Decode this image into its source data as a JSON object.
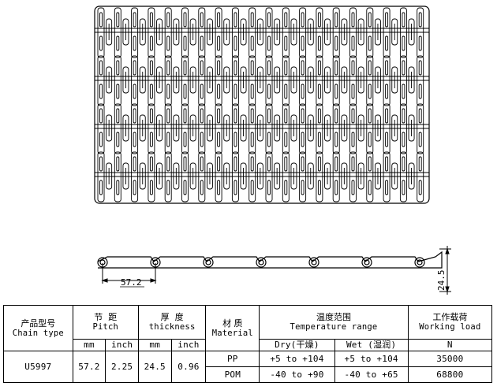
{
  "drawing": {
    "pitch_dimension": "57.2",
    "thickness_dimension": "24.5"
  },
  "table": {
    "chain_type_cn": "产品型号",
    "chain_type_en": "Chain type",
    "pitch_cn": "节  距",
    "pitch_en": "Pitch",
    "thickness_cn": "厚  度",
    "thickness_en": "thickness",
    "material_cn": "材 质",
    "material_en": "Material",
    "temp_cn": "温度范围",
    "temp_en": "Temperature range",
    "load_cn": "工作载荷",
    "load_en": "Working load",
    "unit_mm_1": "mm",
    "unit_inch_1": "inch",
    "unit_mm_2": "mm",
    "unit_inch_2": "inch",
    "dry_label": "Dry(干燥)",
    "wet_label": "Wet (湿润)",
    "load_unit": "N",
    "model": "U5997",
    "pitch_mm": "57.2",
    "pitch_inch": "2.25",
    "thickness_mm": "24.5",
    "thickness_inch": "0.96",
    "rows": [
      {
        "material": "PP",
        "dry": "+5 to +104",
        "wet": "+5 to +104",
        "load": "35000"
      },
      {
        "material": "POM",
        "dry": "-40 to +90",
        "wet": "-40 to +65",
        "load": "68800"
      }
    ]
  }
}
